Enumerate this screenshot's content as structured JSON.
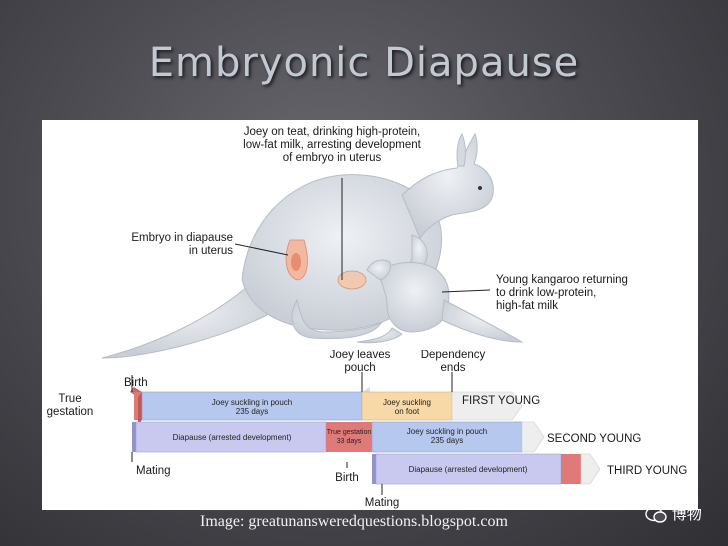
{
  "title": "Embryonic Diapause",
  "labels": {
    "joey_teat": [
      "Joey on teat, drinking high-protein,",
      "low-fat milk, arresting development",
      "of embryo in uterus"
    ],
    "embryo": [
      "Embryo in diapause",
      "in uterus"
    ],
    "young_returning": [
      "Young kangaroo returning",
      "to drink low-protein,",
      "high-fat milk"
    ]
  },
  "timeline": {
    "birth_top": "Birth",
    "true_gestation": [
      "True",
      "gestation"
    ],
    "joey_leaves": [
      "Joey leaves",
      "pouch"
    ],
    "dependency": [
      "Dependency",
      "ends"
    ],
    "mating_1": "Mating",
    "birth_2": "Birth",
    "mating_2": "Mating",
    "first_young": "FIRST YOUNG",
    "second_young": "SECOND YOUNG",
    "third_young": "THIRD YOUNG",
    "bar1_pouch": [
      "Joey suckling in pouch",
      "235 days"
    ],
    "bar1_foot": [
      "Joey suckling",
      "on foot"
    ],
    "bar2_diapause": "Diapause (arrested development)",
    "bar2_gest": [
      "True gestation",
      "33 days"
    ],
    "bar2_pouch": [
      "Joey suckling in pouch",
      "235 days"
    ],
    "bar3_diapause": "Diapause (arrested development)"
  },
  "credit": "Image: greatunansweredquestions.blogspot.com",
  "watermark": "博物",
  "colors": {
    "gestation": "#e07a78",
    "pouch": "#b7c8ee",
    "foot": "#f6d9a6",
    "diapause": "#c9c9f0",
    "arrow_tail": "#eeeeee"
  }
}
